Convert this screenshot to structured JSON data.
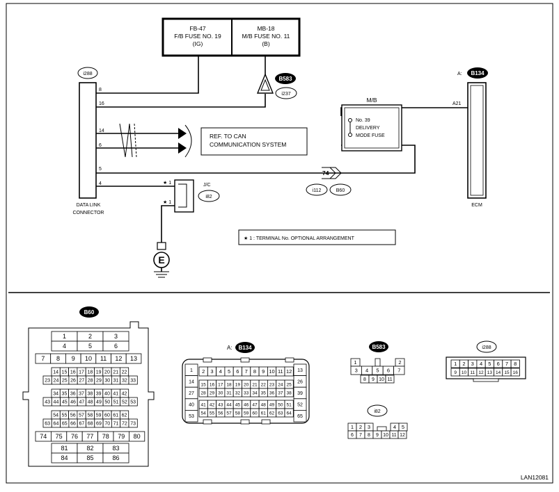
{
  "fuses": {
    "fb": {
      "line1": "FB-47",
      "line2": "F/B FUSE NO. 19",
      "line3": "(IG)"
    },
    "mb": {
      "line1": "MB-18",
      "line2": "M/B FUSE NO. 11",
      "line3": "(B)"
    }
  },
  "dlc": {
    "id": "i288",
    "label_line1": "DATA LINK",
    "label_line2": "CONNECTOR",
    "pins": {
      "p8": "8",
      "p16": "16",
      "p14": "14",
      "p6": "6",
      "p5": "5",
      "p4": "4"
    }
  },
  "ecm": {
    "prefix": "A:",
    "id": "B134",
    "pin": "A21",
    "label": "ECM"
  },
  "mb_box": {
    "title": "M/B",
    "line1": "No. 39",
    "line2": "DELIVERY",
    "line3": "MODE FUSE"
  },
  "can_ref": {
    "line1": "REF. TO CAN",
    "line2": "COMMUNICATION SYSTEM"
  },
  "connectors": {
    "b583": "B583",
    "i237": "i237",
    "i112": "i112",
    "b60": "B60",
    "i82": "i82",
    "wire74": "74"
  },
  "jc": {
    "label": "J/C",
    "mark1": "★ 1",
    "mark2": "★ 1"
  },
  "ground": {
    "label": "E"
  },
  "note": {
    "text": "★ 1  : TERMINAL No. OPTIONAL ARRANGEMENT"
  },
  "bottom": {
    "b60": {
      "id": "B60",
      "row1": [
        "1",
        "2",
        "3"
      ],
      "row2": [
        "4",
        "5",
        "6"
      ],
      "row3": [
        "7",
        "8",
        "9",
        "10",
        "11",
        "12",
        "13"
      ],
      "row4": [
        "14",
        "15",
        "16",
        "17",
        "18",
        "19",
        "20",
        "21",
        "22"
      ],
      "row5": [
        "23",
        "24",
        "25",
        "26",
        "27",
        "28",
        "29",
        "30",
        "31",
        "32",
        "33"
      ],
      "row6": [
        "34",
        "35",
        "36",
        "37",
        "38",
        "39",
        "40",
        "41",
        "42"
      ],
      "row7": [
        "43",
        "44",
        "45",
        "46",
        "47",
        "48",
        "49",
        "50",
        "51",
        "52",
        "53"
      ],
      "row8": [
        "54",
        "55",
        "56",
        "57",
        "58",
        "59",
        "60",
        "61",
        "62"
      ],
      "row9": [
        "63",
        "64",
        "65",
        "66",
        "67",
        "68",
        "69",
        "70",
        "71",
        "72",
        "73"
      ],
      "row10": [
        "74",
        "75",
        "76",
        "77",
        "78",
        "79",
        "80"
      ],
      "row11": [
        "81",
        "82",
        "83"
      ],
      "row12": [
        "84",
        "85",
        "86"
      ]
    },
    "b134": {
      "prefix": "A:",
      "id": "B134",
      "left": [
        "1",
        "14",
        "27",
        "40",
        "53"
      ],
      "right": [
        "13",
        "26",
        "39",
        "52",
        "65"
      ],
      "row1": [
        "2",
        "3",
        "4",
        "5",
        "6",
        "7",
        "8",
        "9",
        "10",
        "11",
        "12"
      ],
      "row2": [
        "15",
        "16",
        "17",
        "18",
        "19",
        "20",
        "21",
        "22",
        "23",
        "24",
        "25"
      ],
      "row3": [
        "28",
        "29",
        "30",
        "31",
        "32",
        "33",
        "34",
        "35",
        "36",
        "37",
        "38"
      ],
      "row4": [
        "41",
        "42",
        "43",
        "44",
        "45",
        "46",
        "47",
        "48",
        "49",
        "50",
        "51"
      ],
      "row5": [
        "54",
        "55",
        "56",
        "57",
        "58",
        "59",
        "60",
        "61",
        "62",
        "63",
        "64"
      ]
    },
    "b583": {
      "id": "B583",
      "top_l": "1",
      "top_r": "2",
      "mid": [
        "3",
        "4",
        "5",
        "6",
        "7"
      ],
      "bot": [
        "8",
        "9",
        "10",
        "11"
      ]
    },
    "i288": {
      "id": "i288",
      "top": [
        "1",
        "2",
        "3",
        "4",
        "5",
        "6",
        "7",
        "8"
      ],
      "bot": [
        "9",
        "10",
        "11",
        "12",
        "13",
        "14",
        "15",
        "16"
      ]
    },
    "i82": {
      "id": "i82",
      "top_l": [
        "1",
        "2",
        "3"
      ],
      "top_r": [
        "4",
        "5"
      ],
      "bot": [
        "6",
        "7",
        "8",
        "9",
        "10",
        "11",
        "12"
      ]
    }
  },
  "code": "LAN12081"
}
